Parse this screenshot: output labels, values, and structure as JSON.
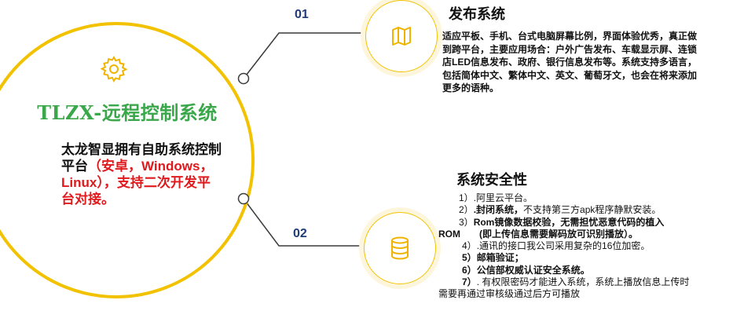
{
  "main": {
    "title": "TLZX-远程控制系统",
    "desc_black": "太龙智显拥有自助系统控制平台",
    "desc_red": "（安卓，Windows，Linux）",
    "desc_tail_red": "，支持二次开发平台对接。",
    "icon": "gear-icon"
  },
  "sections": [
    {
      "number": "01",
      "title": "发布系统",
      "icon": "map-icon",
      "body": "适应平板、手机、台式电脑屏幕比例，界面体验优秀，真正做到跨平台，主要应用场合：户外广告发布、车载显示屏、连锁店LED信息发布、政府、银行信息发布等。系统支持多语言，包括简体中文、繁体中文、英文、葡萄牙文，也会在将来添加更多的语种。"
    },
    {
      "number": "02",
      "title": "系统安全性",
      "icon": "database-icon",
      "items": [
        {
          "prefix": "1）",
          "text": ".阿里云平台。"
        },
        {
          "prefix": "2）",
          "bold": ".封闭系统，",
          "text": "不支持第三方apk程序静默安装。"
        },
        {
          "prefix": "3）",
          "bold": "Rom镜像数据校验，无需担忧恶意代码的植入",
          "bold2": "ROM　　(即上传信息需要解码放可识别播放）。"
        },
        {
          "prefix": "4）",
          "text": ".通讯的接口我公司采用复杂的16位加密。"
        },
        {
          "prefix": "5）",
          "bold": "邮箱验证；"
        },
        {
          "prefix": "6）",
          "bold": "公信部权威认证安全系统。"
        },
        {
          "prefix": "7）",
          "text": ". 有权限密码才能进入系统，系统上播放信息上传时",
          "text2": "需要再通过审核级通过后方可播放"
        }
      ]
    }
  ],
  "colors": {
    "accent_yellow": "#f2c200",
    "title_green": "#3aa84a",
    "red": "#e0191c",
    "navy": "#1f3b7a"
  }
}
